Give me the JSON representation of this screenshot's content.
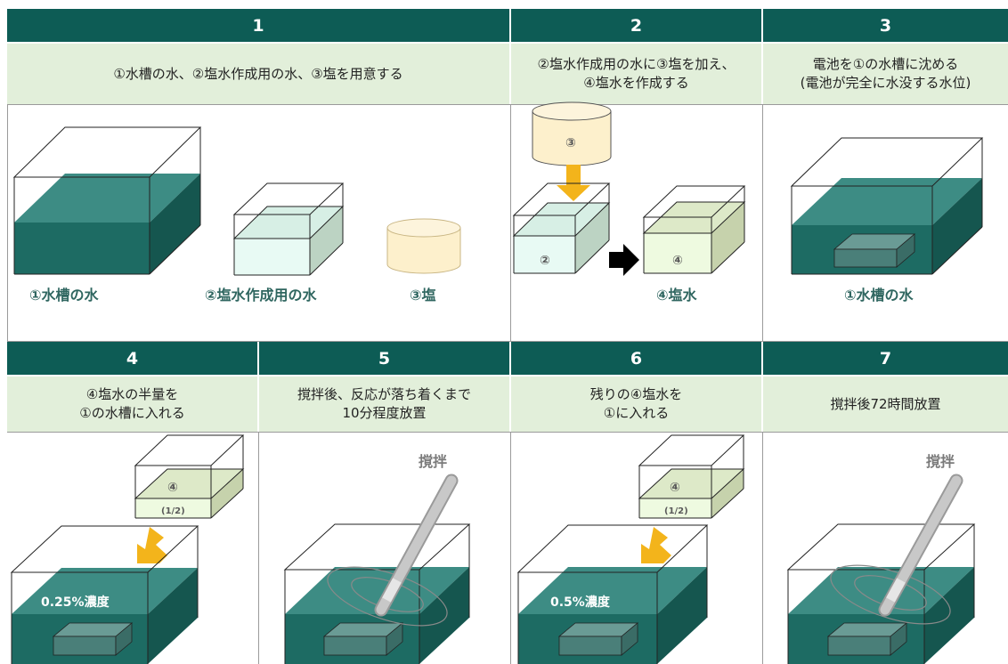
{
  "steps": [
    {
      "num": "1",
      "text": "①水槽の水、②塩水作成用の水、③塩を用意する"
    },
    {
      "num": "2",
      "text": "②塩水作成用の水に③塩を加え、\n④塩水を作成する"
    },
    {
      "num": "3",
      "text": "電池を①の水槽に沈める\n(電池が完全に水没する水位)"
    },
    {
      "num": "4",
      "text": "④塩水の半量を\n①の水槽に入れる"
    },
    {
      "num": "5",
      "text": "撹拌後、反応が落ち着くまで\n10分程度放置"
    },
    {
      "num": "6",
      "text": "残りの④塩水を\n①に入れる"
    },
    {
      "num": "7",
      "text": "撹拌後72時間放置"
    }
  ],
  "labels": {
    "tank1": "①水槽の水",
    "water2": "②塩水作成用の水",
    "salt3": "③塩",
    "salt_mark": "③",
    "water_mark": "②",
    "brine_mark": "④",
    "brine4": "④塩水",
    "tank3": "①水槽の水",
    "half": "(1/2)",
    "conc4": "0.25%濃度",
    "conc6": "0.5%濃度",
    "stir": "撹拌"
  },
  "colors": {
    "header": "#0d5c55",
    "desc_bg": "#e2efda",
    "tank_dark": "#1d6b63",
    "tank_top": "#3d8c84",
    "battery": "#4a7f79",
    "salt": "#fdf0cc",
    "light_water": "#e8faf4",
    "brine": "#eefae0",
    "arrow": "#f3b41b"
  },
  "icons": [
    "down-arrow-icon",
    "right-arrow-icon",
    "stir-rod-icon"
  ]
}
